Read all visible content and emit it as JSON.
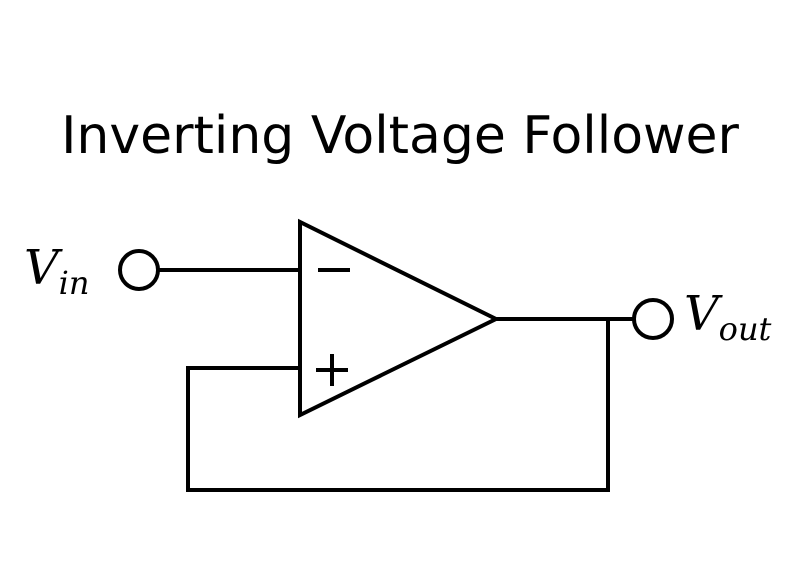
{
  "title": "Inverting Voltage Follower",
  "input_label": {
    "main": "V",
    "sub": "in"
  },
  "output_label": {
    "main": "V",
    "sub": "out"
  },
  "opamp": {
    "inverting_input_symbol": "−",
    "noninverting_input_symbol": "+"
  }
}
